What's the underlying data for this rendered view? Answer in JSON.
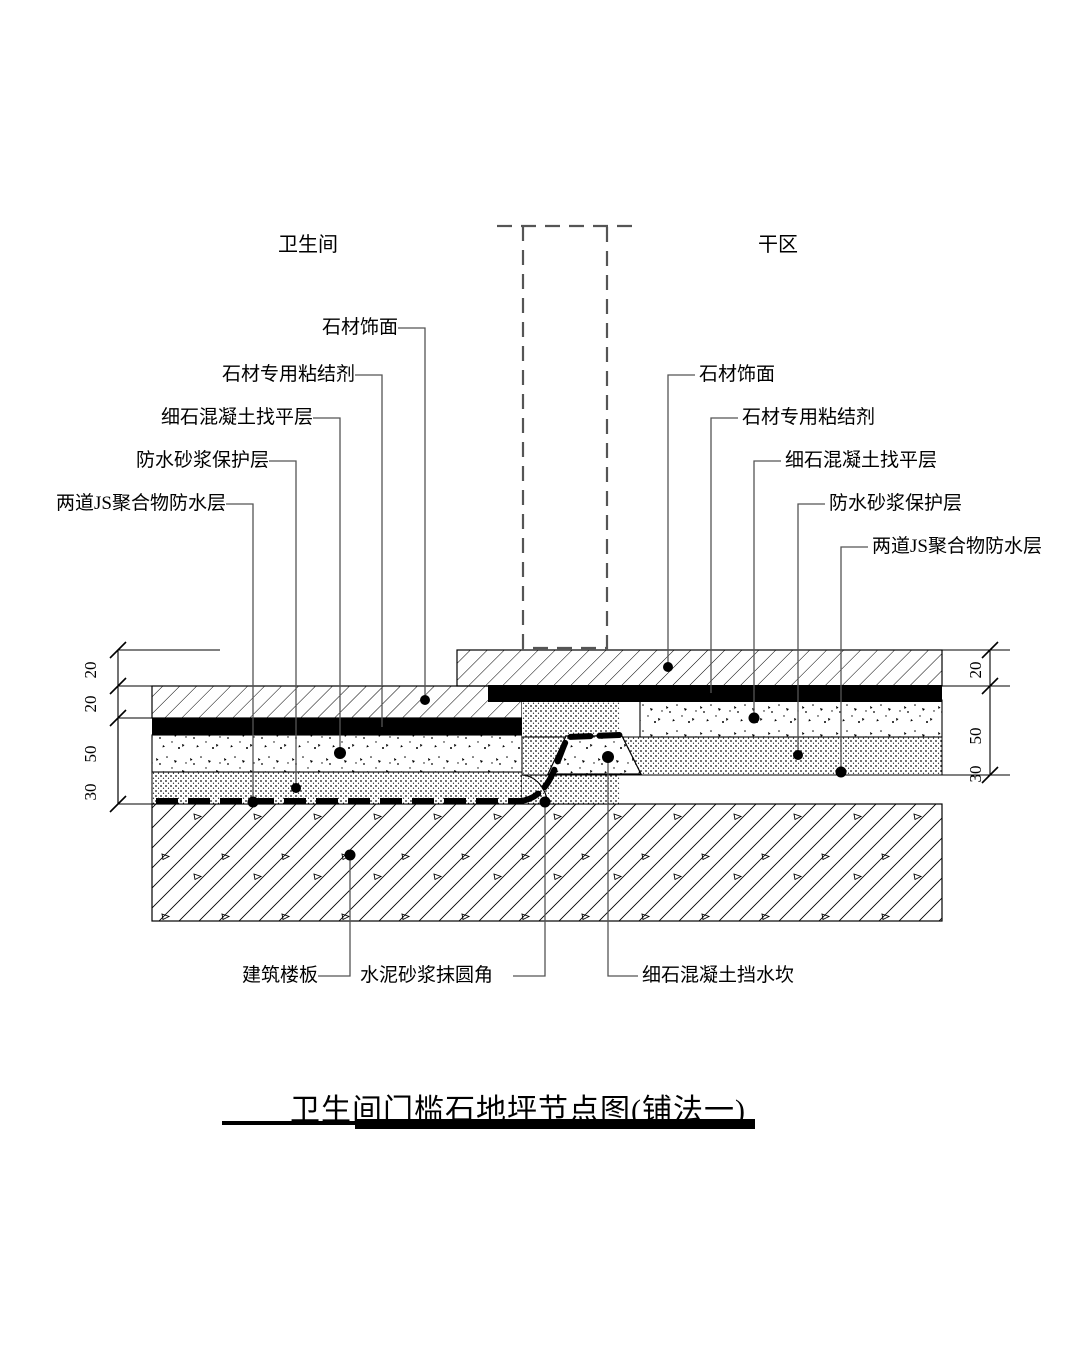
{
  "drawing": {
    "title": "卫生间门槛石地坪节点图(铺法一)",
    "zones": {
      "left": "卫生间",
      "right": "干区"
    },
    "labels_left": [
      {
        "text": "石材饰面",
        "name": "label-stone-facing-left"
      },
      {
        "text": "石材专用粘结剂",
        "name": "label-stone-adhesive-left"
      },
      {
        "text": "细石混凝土找平层",
        "name": "label-fine-concrete-screed-left"
      },
      {
        "text": "防水砂浆保护层",
        "name": "label-waterproof-mortar-protection-left"
      },
      {
        "text": "两道JS聚合物防水层",
        "name": "label-js-polymer-waterproof-left"
      }
    ],
    "labels_right": [
      {
        "text": "石材饰面",
        "name": "label-stone-facing-right"
      },
      {
        "text": "石材专用粘结剂",
        "name": "label-stone-adhesive-right"
      },
      {
        "text": "细石混凝土找平层",
        "name": "label-fine-concrete-screed-right"
      },
      {
        "text": "防水砂浆保护层",
        "name": "label-waterproof-mortar-protection-right"
      },
      {
        "text": "两道JS聚合物防水层",
        "name": "label-js-polymer-waterproof-right"
      }
    ],
    "labels_bottom": [
      {
        "text": "建筑楼板",
        "name": "label-structural-floor-slab"
      },
      {
        "text": "水泥砂浆抹圆角",
        "name": "label-cement-mortar-fillet"
      },
      {
        "text": "细石混凝土挡水坎",
        "name": "label-fine-concrete-water-stop"
      }
    ],
    "dimensions_left": [
      "20",
      "20",
      "50",
      "30"
    ],
    "dimensions_right": [
      "20",
      "50",
      "30"
    ],
    "colors": {
      "line": "#000000",
      "hatch": "#000000",
      "adhesive_black": "#000000",
      "paper": "#ffffff"
    }
  }
}
